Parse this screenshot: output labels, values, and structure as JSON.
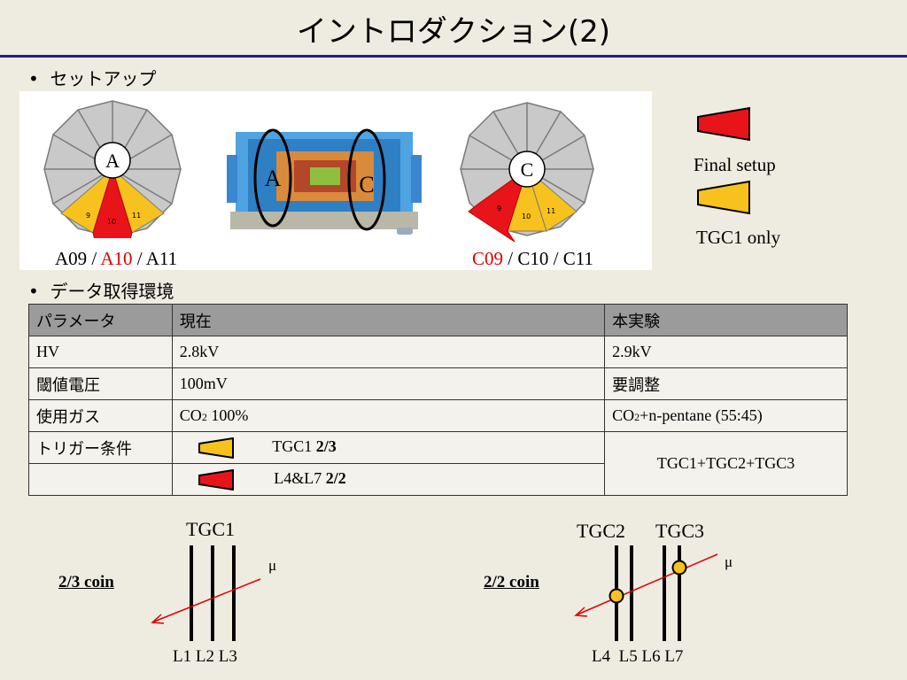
{
  "title": "イントロダクション(2)",
  "section1": {
    "bullet": "•",
    "label": "セットアップ"
  },
  "wheelA": {
    "letter": "A",
    "sectors": [
      "9",
      "10",
      "11"
    ]
  },
  "atlas": {
    "labelA": "A",
    "labelC": "C"
  },
  "wheelC": {
    "letter": "C",
    "sectors": [
      "9",
      "10",
      "11"
    ]
  },
  "captionA": {
    "p1": "A09 / ",
    "highlight": "A10",
    "p2": " / A11"
  },
  "captionC": {
    "highlight": "C09",
    "p2": " / C10 / C11"
  },
  "legend": {
    "final": "Final setup",
    "tgc1": "TGC1 only"
  },
  "colors": {
    "red": "#e8141a",
    "yellow": "#f7c21d",
    "navy": "#1f1f8f"
  },
  "section2": {
    "bullet": "•",
    "label": "データ取得環境"
  },
  "table": {
    "headers": [
      "パラメータ",
      "現在",
      "本実験"
    ],
    "hv": {
      "param": "HV",
      "now": "2.8kV",
      "final": "2.9kV"
    },
    "threshold": {
      "param": "閾値電圧",
      "now": "100mV",
      "final": "要調整"
    },
    "gas": {
      "param": "使用ガス",
      "now_a": "CO",
      "now_sub": "2",
      "now_b": " 100%",
      "final_a": "CO",
      "final_sub": "2",
      "final_b": "+n-pentane (55:45)"
    },
    "trigger": {
      "param": "トリガー条件",
      "row1_text": "TGC1 ",
      "row1_bold": "2/3",
      "row2_text": "L4&L7 ",
      "row2_bold": "2/2",
      "final": "TGC1+TGC2+TGC3"
    }
  },
  "diag1": {
    "title": "TGC1",
    "label": "2/3 coin",
    "mu": "μ",
    "layers": [
      "L1",
      "L2",
      "L3"
    ]
  },
  "diag2": {
    "tgc2": "TGC2",
    "tgc3": "TGC3",
    "label": "2/2 coin",
    "mu": "μ",
    "layers": [
      "L4",
      "L5",
      "L6",
      "L7"
    ]
  }
}
